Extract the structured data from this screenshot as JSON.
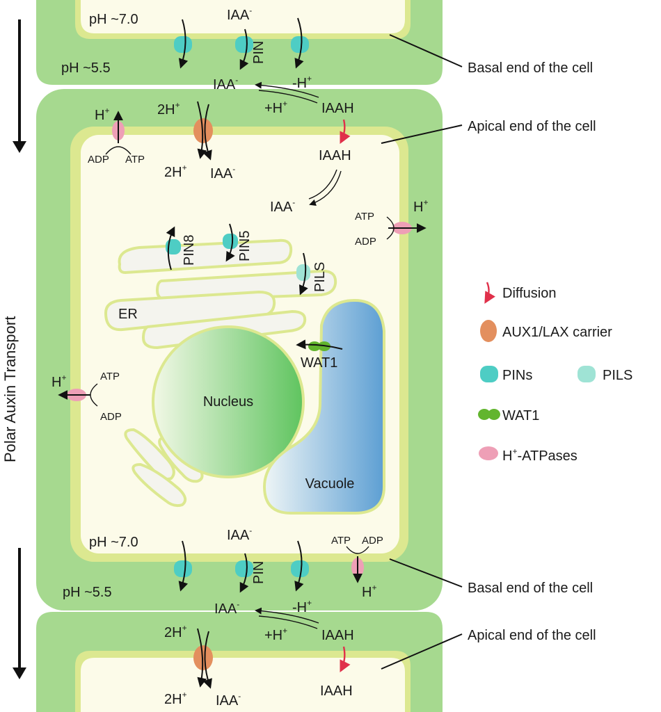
{
  "colors": {
    "cell_wall": "#a6d98f",
    "membrane": "#dce890",
    "cytoplasm": "#fcfbe9",
    "pin": "#4ecdc4",
    "pils": "#9fe3d5",
    "aux1": "#e38f5e",
    "wat1": "#62b52e",
    "atpase": "#ee9fb6",
    "diffusion": "#e0304a",
    "vacuole": "#6aa6d6",
    "nucleus": "#5fc45f"
  },
  "side_label": "Polar Auxin Transport",
  "ph": {
    "inside": "pH ~7.0",
    "outside": "pH ~5.5"
  },
  "labels": {
    "iaa": "IAA",
    "iaah": "IAAH",
    "minus_h": "-H",
    "plus_h": "+H",
    "h": "H",
    "two_h": "2H",
    "atp": "ATP",
    "adp": "ADP",
    "pin": "PIN",
    "pin8": "PIN8",
    "pin5": "PIN5",
    "pils": "PILS",
    "wat1": "WAT1",
    "er": "ER",
    "nucleus": "Nucleus",
    "vacuole": "Vacuole",
    "basal": "Basal end of the cell",
    "apical": "Apical end of the cell",
    "sup_minus": "-",
    "sup_plus": "+"
  },
  "legend": {
    "diffusion": "Diffusion",
    "aux1": "AUX1/LAX carrier",
    "pins": "PINs",
    "pils": "PILS",
    "wat1": "WAT1",
    "atpase_sup": "+",
    "atpase_main": "-ATPases",
    "atpase_h": "H"
  }
}
